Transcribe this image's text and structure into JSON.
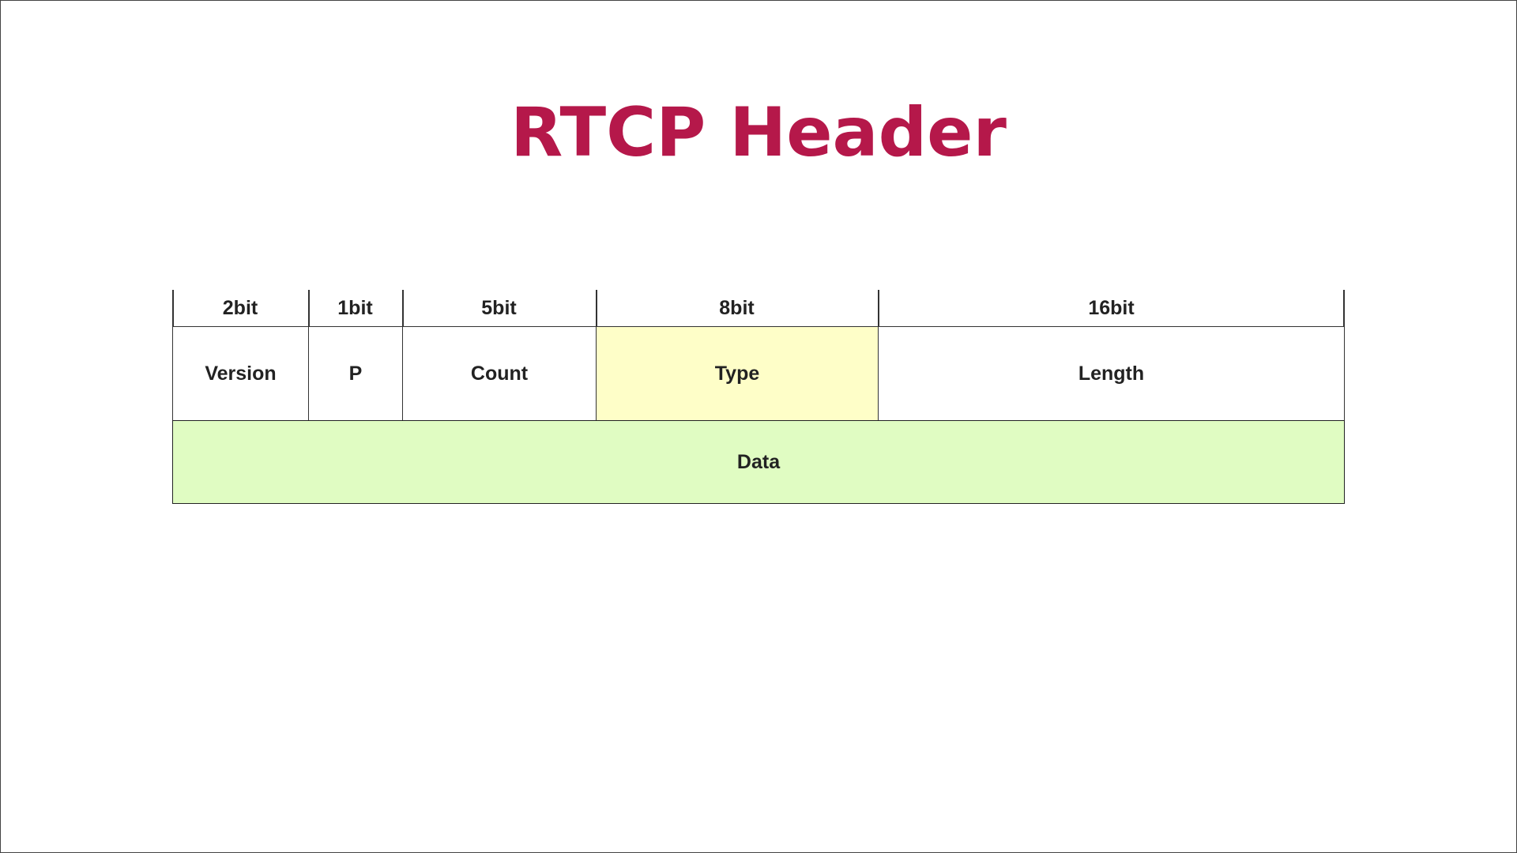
{
  "title": "RTCP Header",
  "colors": {
    "title": "#b5184a",
    "type_fill": "#fefec8",
    "data_fill": "#e0fcc2",
    "default_fill": "#ffffff"
  },
  "fields": [
    {
      "bits": "2bit",
      "name": "Version",
      "fill": "#ffffff"
    },
    {
      "bits": "1bit",
      "name": "P",
      "fill": "#ffffff"
    },
    {
      "bits": "5bit",
      "name": "Count",
      "fill": "#ffffff"
    },
    {
      "bits": "8bit",
      "name": "Type",
      "fill": "#fefec8"
    },
    {
      "bits": "16bit",
      "name": "Length",
      "fill": "#ffffff"
    }
  ],
  "data_row": {
    "label": "Data",
    "fill": "#e0fcc2"
  }
}
